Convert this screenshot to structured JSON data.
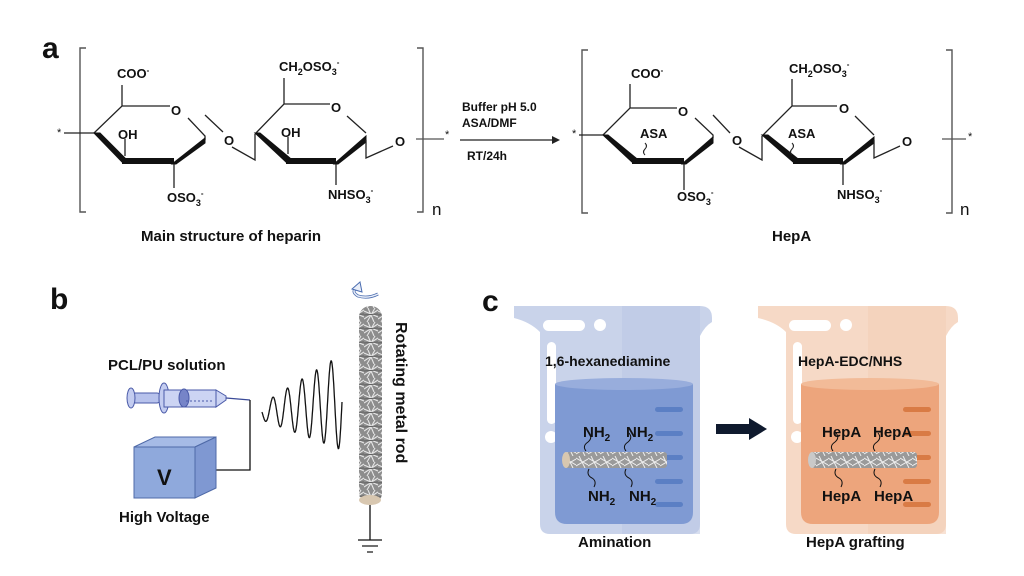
{
  "panels": {
    "a": {
      "letter": "a",
      "left_molecule": {
        "caption": "Main structure of heparin",
        "ring1": {
          "top": "COO",
          "top_charge": "-",
          "ring_O": "O",
          "inner": "OH",
          "bottom": "OSO",
          "bottom_sub": "3",
          "bottom_charge": "-"
        },
        "linker_O": "O",
        "ring2": {
          "top": "CH",
          "top_sub": "2",
          "top_mid": "OSO",
          "top_sub2": "3",
          "top_charge": "-",
          "ring_O": "O",
          "inner": "OH",
          "bottom": "NHSO",
          "bottom_sub": "3",
          "bottom_charge": "-"
        },
        "end_O": "O",
        "repeat": "n",
        "end_mark": "*"
      },
      "reaction": {
        "line1": "Buffer pH 5.0",
        "line2": "ASA/DMF",
        "line3": "RT/24h"
      },
      "right_molecule": {
        "caption": "HepA",
        "ring1": {
          "top": "COO",
          "top_charge": "-",
          "ring_O": "O",
          "inner": "ASA",
          "bottom": "OSO",
          "bottom_sub": "3",
          "bottom_charge": "-"
        },
        "linker_O": "O",
        "ring2": {
          "top": "CH",
          "top_sub": "2",
          "top_mid": "OSO",
          "top_sub2": "3",
          "top_charge": "-",
          "ring_O": "O",
          "inner": "ASA",
          "bottom": "NHSO",
          "bottom_sub": "3",
          "bottom_charge": "-"
        },
        "end_O": "O",
        "repeat": "n",
        "end_mark": "*"
      }
    },
    "b": {
      "letter": "b",
      "syringe_label": "PCL/PU solution",
      "power_symbol": "V",
      "power_label": "High Voltage",
      "collector_label": "Rotating metal rod"
    },
    "c": {
      "letter": "c",
      "step1": {
        "solution": "1,6-hexanediamine",
        "groups": [
          "NH2",
          "NH2",
          "NH2",
          "NH2"
        ],
        "group_main": "NH",
        "group_sub": "2",
        "caption": "Amination"
      },
      "step2": {
        "solution": "HepA-EDC/NHS",
        "groups": [
          "HepA",
          "HepA",
          "HepA",
          "HepA"
        ],
        "caption": "HepA grafting"
      }
    }
  },
  "colors": {
    "blue_beaker": "#c9d3ea",
    "blue_liquid": "#7f9ad3",
    "blue_mark": "#5b7fc4",
    "orange_beaker": "#f6d9c6",
    "orange_liquid": "#eda57c",
    "orange_mark": "#d97b45",
    "syringe": "#b7c2ec",
    "power_box": "#8fa9dc",
    "rod": "#9a9a9a",
    "rod_end": "#d8c7b0",
    "arrow": "#0f1a2e"
  }
}
